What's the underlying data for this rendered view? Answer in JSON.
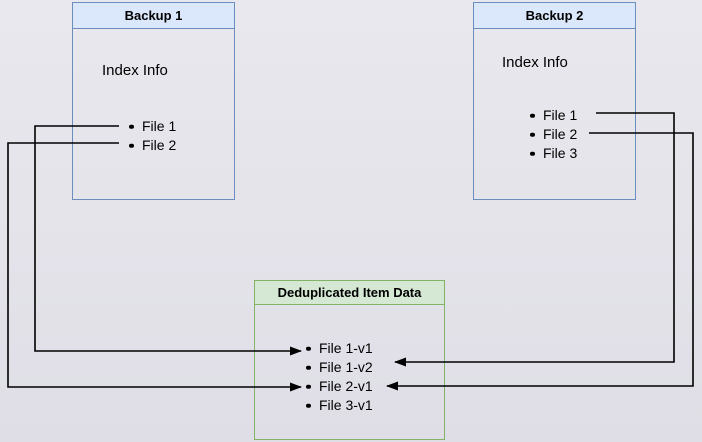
{
  "colors": {
    "background": "#e4e3ea",
    "blue_fill": "#dbe8fc",
    "blue_stroke": "#6c8ebf",
    "green_fill": "#d5e8d4",
    "green_stroke": "#82b366",
    "connector": "#000000"
  },
  "diagram": {
    "backup1": {
      "title": "Backup 1",
      "subtitle": "Index Info",
      "items": [
        "File 1",
        "File 2"
      ]
    },
    "backup2": {
      "title": "Backup 2",
      "subtitle": "Index Info",
      "items": [
        "File 1",
        "File 2",
        "File 3"
      ]
    },
    "dedup": {
      "title": "Deduplicated Item Data",
      "items": [
        "File 1-v1",
        "File 1-v2",
        "File 2-v1",
        "File 3-v1"
      ]
    },
    "connections": [
      {
        "from": "Backup 1 / File 1",
        "to": "File 1-v1"
      },
      {
        "from": "Backup 1 / File 2",
        "to": "File 2-v1"
      },
      {
        "from": "Backup 2 / File 1",
        "to": "File 1-v2"
      },
      {
        "from": "Backup 2 / File 2",
        "to": "File 2-v1"
      }
    ]
  }
}
